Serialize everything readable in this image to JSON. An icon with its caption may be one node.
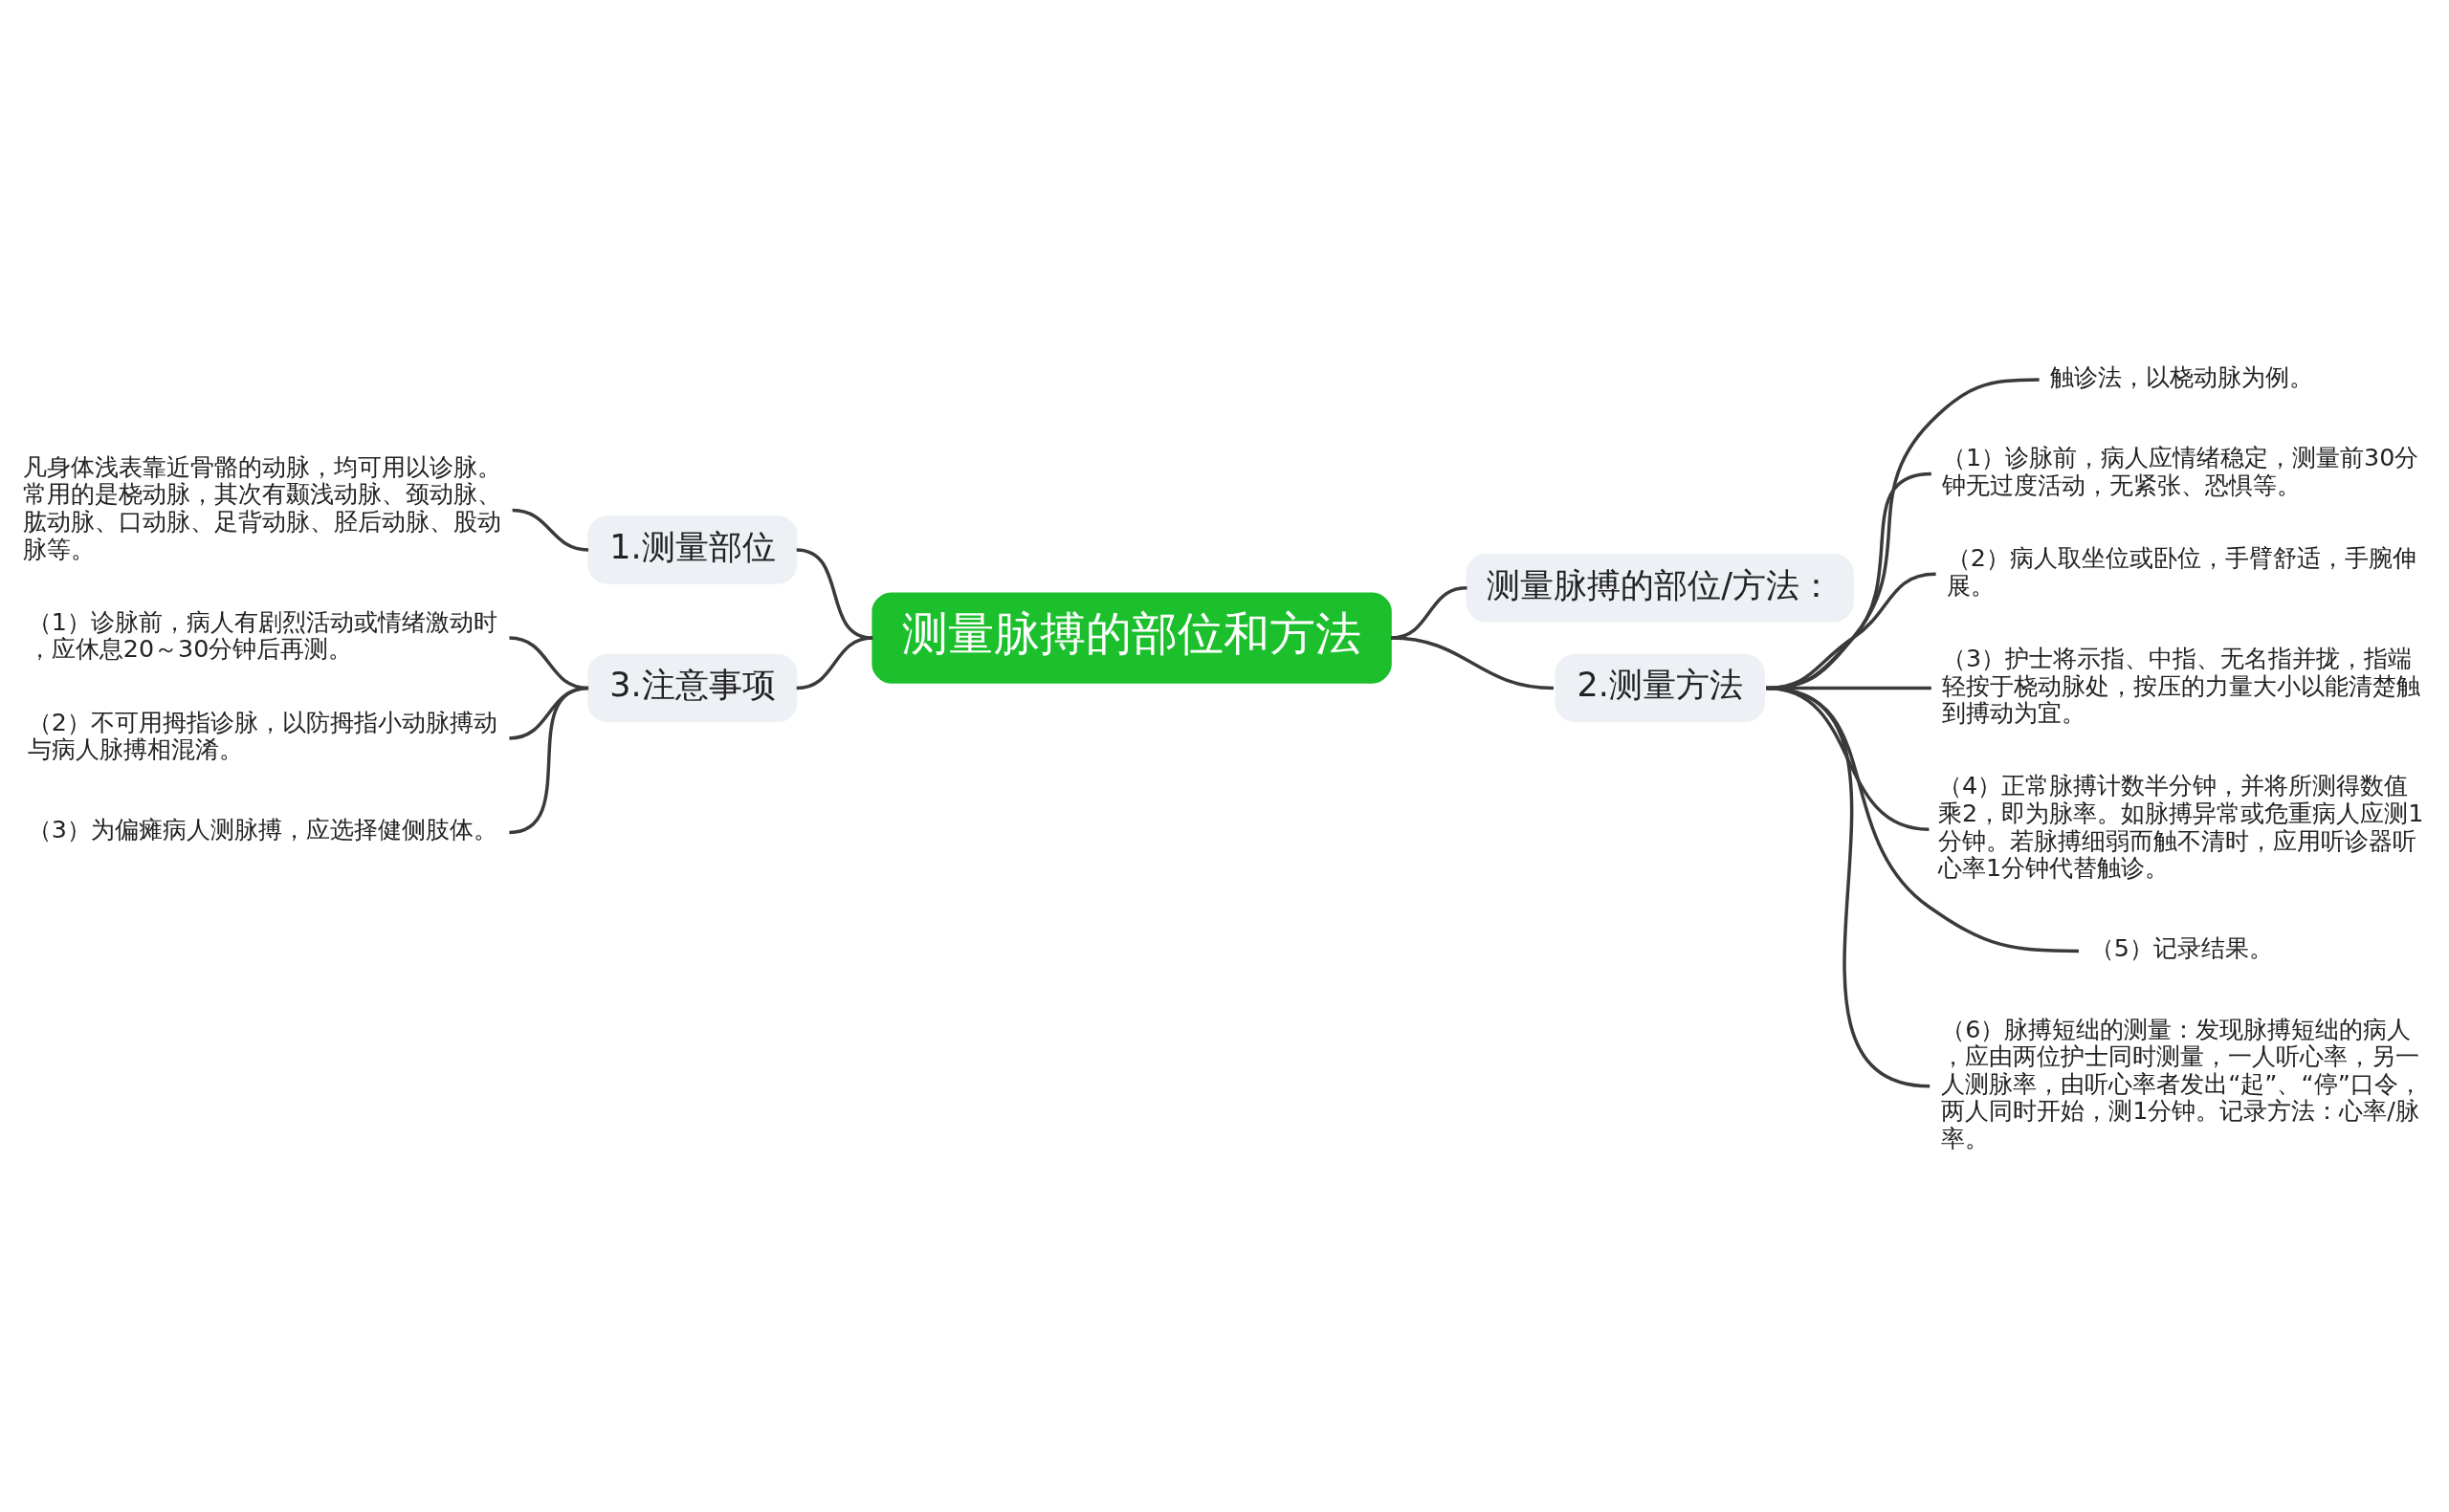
{
  "diagram": {
    "nodes": [
      {
        "text": [
          "测量脉搏的部位和方法"
        ]
      },
      {
        "text": [
          "测量脉搏的部位/方法："
        ]
      },
      {
        "text": [
          "1.测量部位"
        ]
      },
      {
        "text": [
          "凡身体浅表靠近骨骼的动脉，均可用以诊脉。常用的是桡动脉，其次有颞浅动脉、颈动脉、肱动脉、口动脉、足背动脉、胫后动脉、股动脉等。"
        ]
      },
      {
        "text": [
          "2.测量方法"
        ]
      },
      {
        "text": [
          "触诊法，以桡动脉为例。"
        ]
      },
      {
        "text": [
          "（1）诊脉前，病人应情绪稳定，测量前30分钟无过度活动，无紧张、恐惧等。"
        ]
      },
      {
        "text": [
          "（2）病人取坐位或卧位，手臂舒适，手腕伸展。"
        ]
      },
      {
        "text": [
          "（3）护士将示指、中指、无名指并拢，指端轻按于桡动脉处，按压的力量大小以能清楚触到搏动为宜。"
        ]
      },
      {
        "text": [
          "（4）正常脉搏计数半分钟，并将所测得数值乘2，即为脉率。如脉搏异常或危重病人应测1分钟。若脉搏细弱而触不清时，应用听诊器听心率1分钟代替触诊。"
        ]
      },
      {
        "text": [
          "（5）记录结果。"
        ]
      },
      {
        "text": [
          "（6）脉搏短绌的测量：发现脉搏短绌的病人，应由两位护士同时测量，一人听心率，另一人测脉率，由听心率者发出“起”、“停”口令，两人同时开始，测1分钟。记录方法：心率/脉率。"
        ]
      },
      {
        "text": [
          "3.注意事项"
        ]
      },
      {
        "text": [
          "（1）诊脉前，病人有剧烈活动或情绪激动时，应休息20～30分钟后再测。"
        ]
      },
      {
        "text": [
          "（2）不可用拇指诊脉，以防拇指小动脉搏动与病人脉搏相混淆。"
        ]
      },
      {
        "text": [
          "（3）为偏瘫病人测脉搏，应选择健侧肢体。"
        ]
      }
    ],
    "edges": [
      {
        "from": 0,
        "to": 1,
        "arrow": "none"
      },
      {
        "from": 2,
        "to": 0,
        "arrow": "none"
      },
      {
        "from": 3,
        "to": 2,
        "arrow": "none"
      },
      {
        "from": 0,
        "to": 4,
        "arrow": "none"
      },
      {
        "from": 4,
        "to": 5,
        "arrow": "none"
      },
      {
        "from": 4,
        "to": 6,
        "arrow": "none"
      },
      {
        "from": 4,
        "to": 7,
        "arrow": "none"
      },
      {
        "from": 4,
        "to": 8,
        "arrow": "none"
      },
      {
        "from": 4,
        "to": 9,
        "arrow": "none"
      },
      {
        "from": 4,
        "to": 10,
        "arrow": "none"
      },
      {
        "from": 4,
        "to": 11,
        "arrow": "none"
      },
      {
        "from": 12,
        "to": 0,
        "arrow": "none"
      },
      {
        "from": 13,
        "to": 12,
        "arrow": "none"
      },
      {
        "from": 14,
        "to": 12,
        "arrow": "none"
      },
      {
        "from": 15,
        "to": 12,
        "arrow": "none"
      }
    ]
  }
}
